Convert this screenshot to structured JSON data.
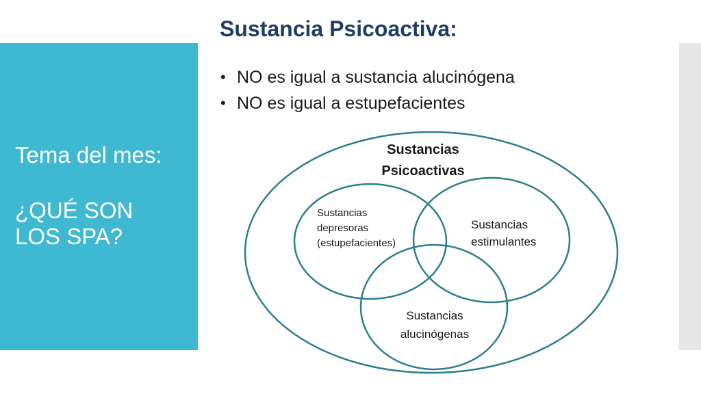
{
  "slide": {
    "title": "Sustancia Psicoactiva:",
    "side_panel": {
      "line1": "Tema del mes:",
      "line2": "¿QUÉ SON",
      "line3": "LOS SPA?"
    },
    "bullets": [
      "NO es igual a sustancia alucinógena",
      "NO es igual a estupefacientes"
    ],
    "bullet_glyph": "•",
    "colors": {
      "panel": "#3fb8d2",
      "title": "#1f3e66",
      "circle_stroke": "#2b7f8c",
      "strip": "#e6e6e6"
    }
  },
  "venn": {
    "outer": {
      "label_line1": "Sustancias",
      "label_line2": "Psicoactivas"
    },
    "depresoras": {
      "line1": "Sustancias",
      "line2": "depresoras",
      "line3": "(estupefacientes)"
    },
    "estimulantes": {
      "line1": "Sustancias",
      "line2": "estimulantes"
    },
    "alucinogenas": {
      "line1": "Sustancias",
      "line2": "alucinógenas"
    }
  }
}
